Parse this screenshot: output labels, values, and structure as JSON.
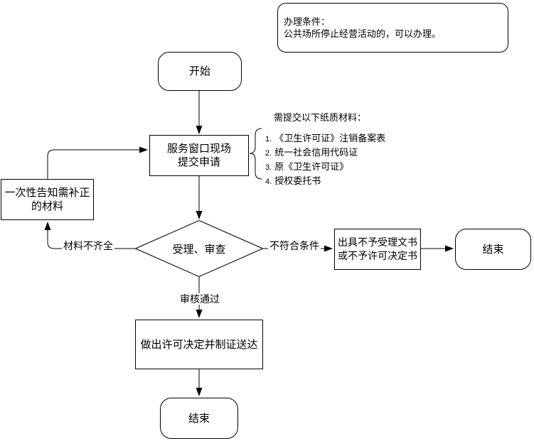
{
  "colors": {
    "stroke": "#000000",
    "fill": "#ffffff",
    "text": "#000000"
  },
  "note": {
    "line1": "办理条件：",
    "line2": "公共场所停止经营活动的，可以办理。"
  },
  "materials": {
    "title": "需提交以下纸质材料：",
    "items": [
      {
        "num": "1.",
        "text": "《卫生许可证》注销备案表"
      },
      {
        "num": "2.",
        "text": "统一社会信用代码证"
      },
      {
        "num": "3.",
        "text": "原《卫生许可证》"
      },
      {
        "num": "4.",
        "text": "授权委托书"
      }
    ]
  },
  "nodes": {
    "start": {
      "label": "开始"
    },
    "submit": {
      "line1": "服务窗口现场",
      "line2": "提交申请"
    },
    "notify": {
      "line1": "一次性告知需补正",
      "line2": "的材料"
    },
    "decision": {
      "label": "受理、审查"
    },
    "reject": {
      "line1": "出具不予受理文书",
      "line2": "或不予许可决定书"
    },
    "end_right": {
      "label": "结束"
    },
    "decide": {
      "label": "做出许可决定并制证送达"
    },
    "end_bottom": {
      "label": "结束"
    }
  },
  "edge_labels": {
    "incomplete": "材料不齐全",
    "not_qualified": "不符合条件",
    "approved": "审核通过"
  }
}
